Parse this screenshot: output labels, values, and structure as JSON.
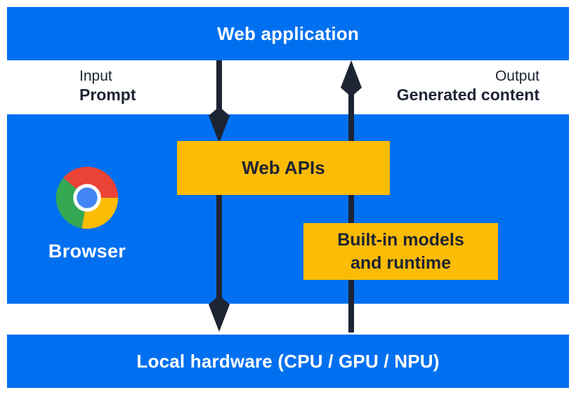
{
  "layers": {
    "web_application": "Web application",
    "local_hardware": "Local hardware (CPU / GPU / NPU)"
  },
  "io": {
    "input_label": "Input",
    "input_value": "Prompt",
    "output_label": "Output",
    "output_value": "Generated content"
  },
  "browser": {
    "label": "Browser",
    "web_apis_label": "Web APIs",
    "builtin_lines": [
      "Built-in models",
      "and runtime"
    ]
  },
  "colors": {
    "panel_blue": "#0170f0",
    "box_yellow": "#fcbb04",
    "ink_navy": "#1d2433",
    "text_white": "#ffffff",
    "chrome_red": "#ea4335",
    "chrome_yellow": "#fbbc04",
    "chrome_green": "#34a853",
    "chrome_blue": "#4285f4",
    "chrome_ring": "#ffffff"
  }
}
